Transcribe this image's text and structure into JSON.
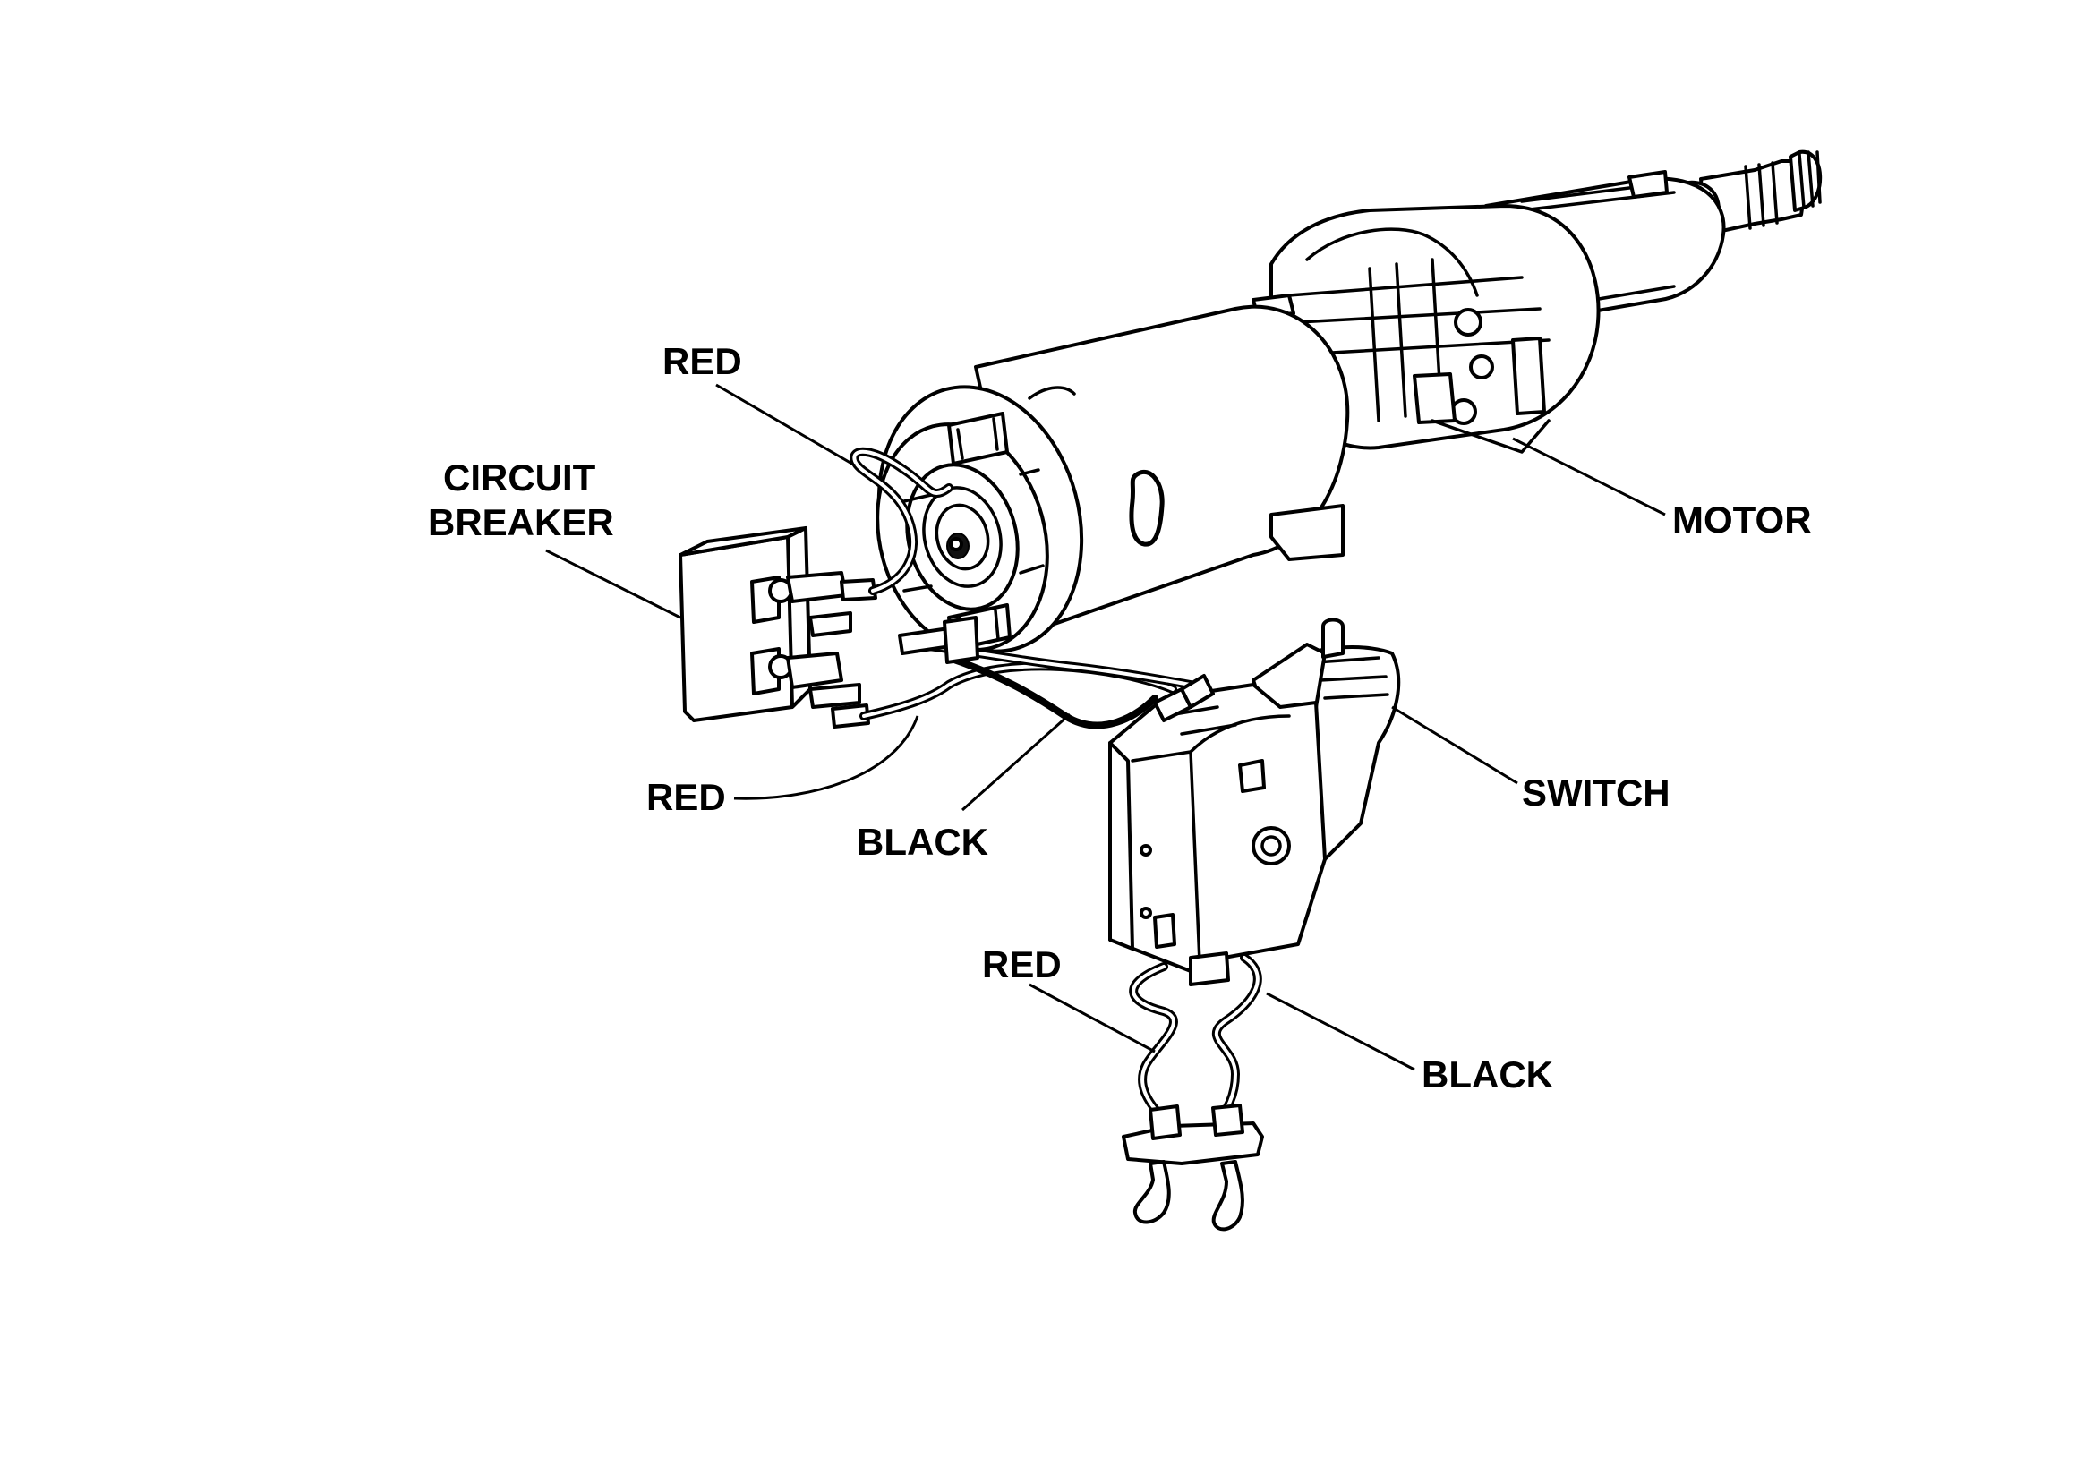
{
  "labels": {
    "red_top": "RED",
    "circuit_breaker_line1": "CIRCUIT",
    "circuit_breaker_line2": "BREAKER",
    "motor": "MOTOR",
    "red_left": "RED",
    "black_mid": "BLACK",
    "switch": "SWITCH",
    "red_bottom": "RED",
    "black_bottom": "BLACK"
  },
  "colors": {
    "ink": "#000000",
    "paper": "#ffffff"
  }
}
